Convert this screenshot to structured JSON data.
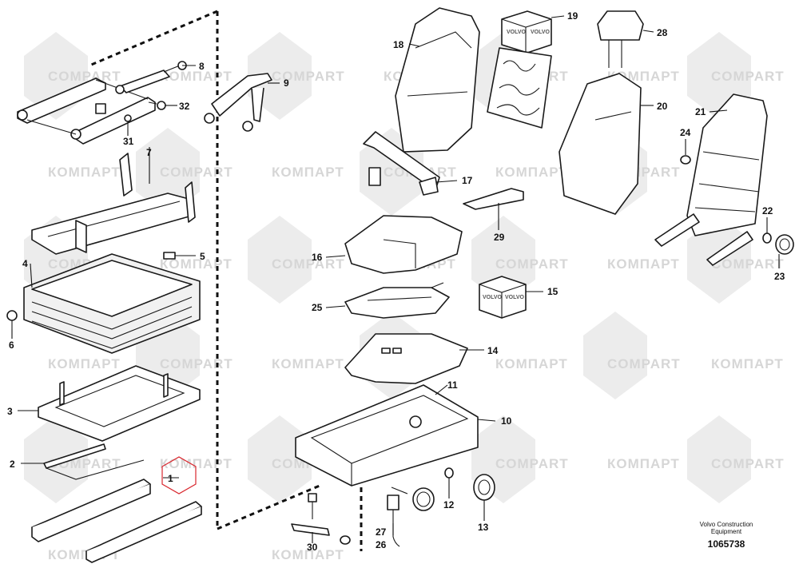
{
  "callouts": [
    {
      "id": "1",
      "label": "1"
    },
    {
      "id": "2",
      "label": "2"
    },
    {
      "id": "3",
      "label": "3"
    },
    {
      "id": "4",
      "label": "4"
    },
    {
      "id": "5",
      "label": "5"
    },
    {
      "id": "6",
      "label": "6"
    },
    {
      "id": "7",
      "label": "7"
    },
    {
      "id": "8",
      "label": "8"
    },
    {
      "id": "9",
      "label": "9"
    },
    {
      "id": "10",
      "label": "10"
    },
    {
      "id": "11",
      "label": "11"
    },
    {
      "id": "12",
      "label": "12"
    },
    {
      "id": "13",
      "label": "13"
    },
    {
      "id": "14",
      "label": "14"
    },
    {
      "id": "15",
      "label": "15"
    },
    {
      "id": "16",
      "label": "16"
    },
    {
      "id": "17",
      "label": "17"
    },
    {
      "id": "18",
      "label": "18"
    },
    {
      "id": "19",
      "label": "19"
    },
    {
      "id": "20",
      "label": "20"
    },
    {
      "id": "21",
      "label": "21"
    },
    {
      "id": "22",
      "label": "22"
    },
    {
      "id": "23",
      "label": "23"
    },
    {
      "id": "24",
      "label": "24"
    },
    {
      "id": "25",
      "label": "25"
    },
    {
      "id": "26",
      "label": "26"
    },
    {
      "id": "27",
      "label": "27"
    },
    {
      "id": "28",
      "label": "28"
    },
    {
      "id": "29",
      "label": "29"
    },
    {
      "id": "30",
      "label": "30"
    },
    {
      "id": "31",
      "label": "31"
    },
    {
      "id": "32",
      "label": "32"
    }
  ],
  "kit_boxes": {
    "brand_text": "VOLVO"
  },
  "watermarks": {
    "latin": "COMPART",
    "cyrillic": "КОМПАРТ"
  },
  "footer": {
    "company_line1": "Volvo Construction",
    "company_line2": "Equipment",
    "drawing_number": "1065738"
  },
  "colors": {
    "line": "#1a1a1a",
    "highlight": "#d9272e",
    "watermark": "#d6d6d6"
  }
}
